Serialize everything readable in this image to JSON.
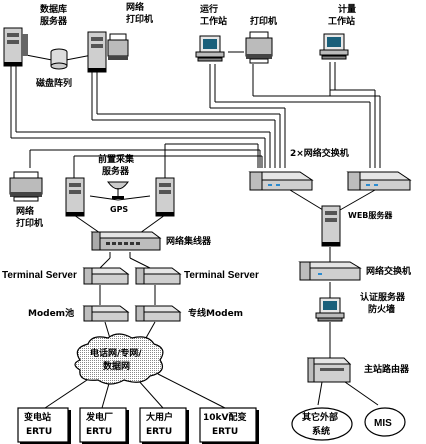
{
  "labels": {
    "db_server": [
      "数据库",
      "服务器"
    ],
    "net_printer_top": [
      "网络",
      "打印机"
    ],
    "ops_station": [
      "运行",
      "工作站"
    ],
    "printer": "打印机",
    "metering_station": [
      "计量",
      "工作站"
    ],
    "disk_array": "磁盘阵列",
    "frontend_server": [
      "前置采集",
      "服务器"
    ],
    "net_printer_left": [
      "网络",
      "打印机"
    ],
    "gps": "GPS",
    "switch_top": "2×网络交换机",
    "web_server": "WEB服务器",
    "hub": "网络集线器",
    "ts_left": "Terminal Server",
    "ts_right": "Terminal Server",
    "switch_right": "网络交换机",
    "modem_pool": "Modem池",
    "private_modem": "专线Modem",
    "auth_server": [
      "认证服务器",
      "防火墙"
    ],
    "network_cloud": [
      "电话网/专网/",
      "数据网"
    ],
    "main_router": "主站路由器",
    "ertu_1": [
      "变电站",
      "ERTU"
    ],
    "ertu_2": [
      "发电厂",
      "ERTU"
    ],
    "ertu_3": [
      "大用户",
      "ERTU"
    ],
    "ertu_4": [
      "10kV配变",
      "ERTU"
    ],
    "other_systems": [
      "其它外部",
      "系统"
    ],
    "mis": "MIS"
  }
}
